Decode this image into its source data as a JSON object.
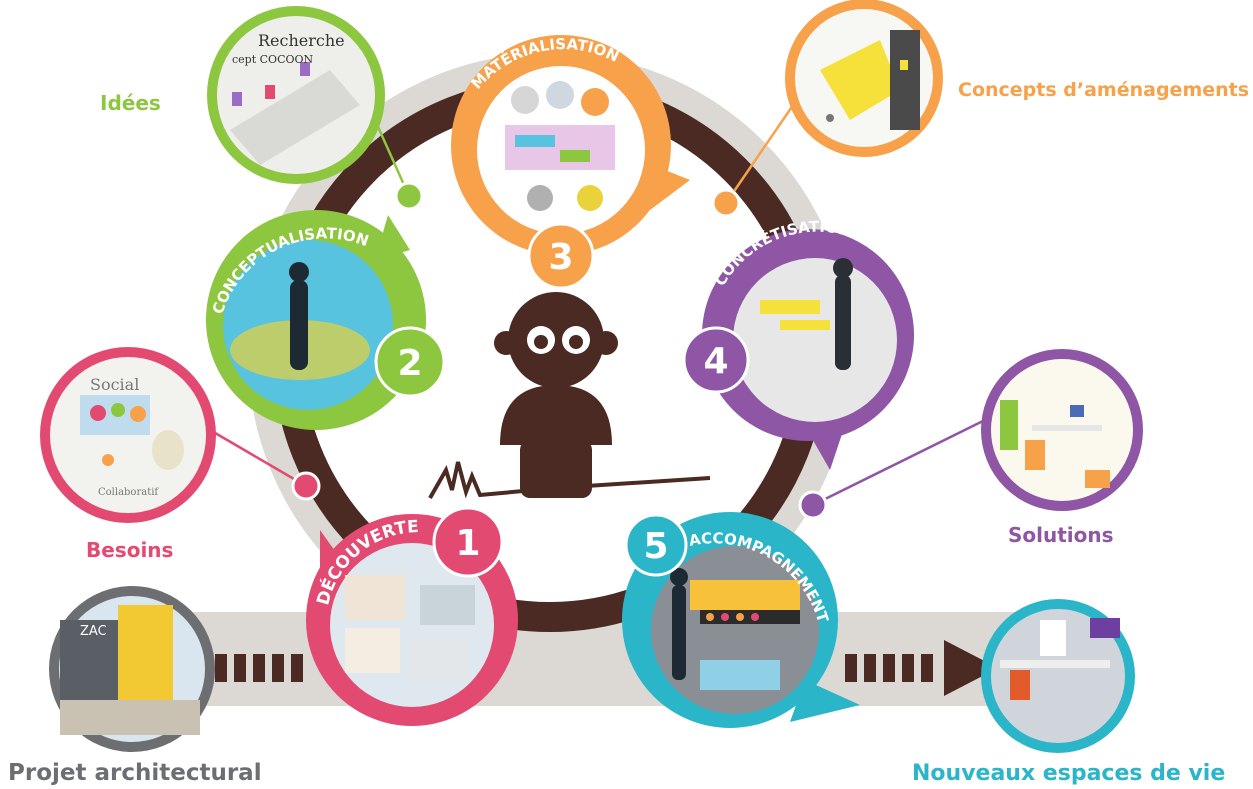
{
  "colors": {
    "green": "#8DC63F",
    "orange": "#F7A14A",
    "pink": "#E34A72",
    "purple": "#8E56A5",
    "teal": "#2BB5C8",
    "grey": "#6D6E71",
    "ring": "#4A2A22",
    "track": "#DCD9D4"
  },
  "phases": [
    {
      "number": "1",
      "title": "DÉCOUVERTE",
      "color": "pink"
    },
    {
      "number": "2",
      "title": "CONCEPTUALISATION",
      "color": "green"
    },
    {
      "number": "3",
      "title": "MATÉRIALISATION",
      "color": "orange"
    },
    {
      "number": "4",
      "title": "CONCRÉTISATION",
      "color": "purple"
    },
    {
      "number": "5",
      "title": "ACCOMPAGNEMENT",
      "color": "teal"
    }
  ],
  "outputs": {
    "idees": "Idées",
    "concepts": "Concepts d’aménagements",
    "besoins": "Besoins",
    "solutions": "Solutions"
  },
  "endpoints": {
    "start": "Projet architectural",
    "end": "Nouveaux espaces de vie"
  },
  "thumbnail_text": {
    "recherche": "Recherche",
    "cocoon": "cept COCOON",
    "social": "Social",
    "collaboratif": "Collaboratif",
    "zac": "ZAC"
  }
}
